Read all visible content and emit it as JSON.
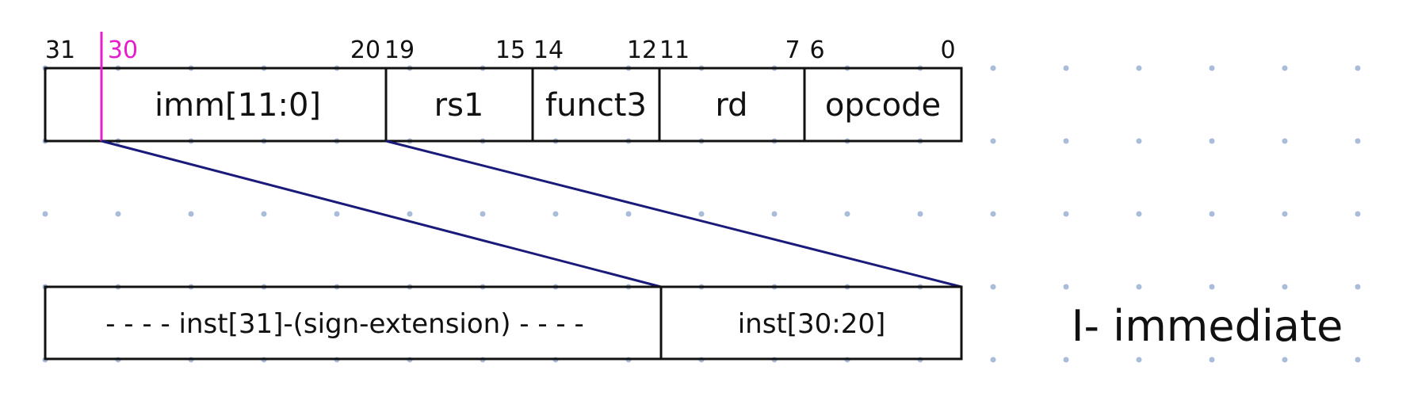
{
  "diagram": {
    "title": "I- immediate",
    "bit_numbers": {
      "b31": "31",
      "b30": "30",
      "b20": "20",
      "b19": "19",
      "b15": "15",
      "b14": "14",
      "b12": "12",
      "b11": "11",
      "b7": "7",
      "b6": "6",
      "b0": "0"
    },
    "instruction_fields": {
      "imm": "imm[11:0]",
      "rs1": "rs1",
      "funct3": "funct3",
      "rd": "rd",
      "opcode": "opcode"
    },
    "immediate_fields": {
      "sign_extension": "- - - - inst[31]-(sign-extension) - - - -",
      "low_bits": "inst[30:20]"
    },
    "colors": {
      "ink": "#111111",
      "highlight": "#e81ccc",
      "connector": "#1a1a7a",
      "grid_dot": "#a9bcd8"
    }
  }
}
